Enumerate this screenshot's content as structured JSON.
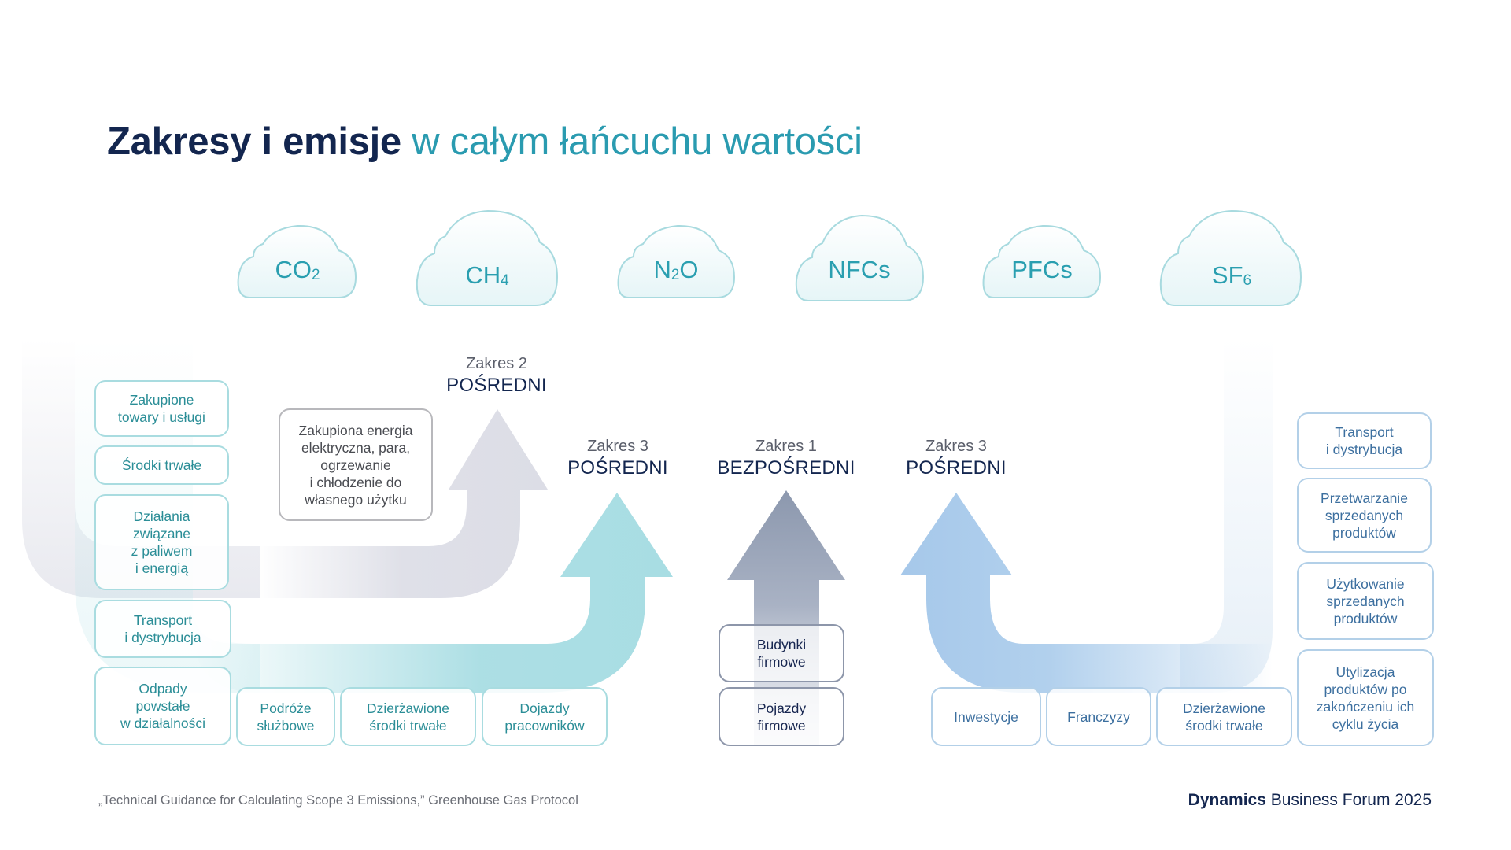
{
  "title": {
    "bold": "Zakresy i emisje",
    "light": "w całym łańcuchu wartości"
  },
  "gases": [
    {
      "base": "CO",
      "sub": "2"
    },
    {
      "base": "CH",
      "sub": "4"
    },
    {
      "base": "N",
      "sub": "2",
      "tail": "O"
    },
    {
      "base": "NFCs",
      "sub": ""
    },
    {
      "base": "PFCs",
      "sub": ""
    },
    {
      "base": "SF",
      "sub": "6"
    }
  ],
  "scopes": {
    "scope2": {
      "num": "Zakres 2",
      "kind": "POŚREDNI"
    },
    "scope3_upstream": {
      "num": "Zakres 3",
      "kind": "POŚREDNI"
    },
    "scope1": {
      "num": "Zakres 1",
      "kind": "BEZPOŚREDNI"
    },
    "scope3_downstream": {
      "num": "Zakres 3",
      "kind": "POŚREDNI"
    }
  },
  "upstream_boxes": [
    "Zakupione\ntowary i usługi",
    "Środki trwałe",
    "Działania\nzwiązane\nz paliwem\ni energią",
    "Transport\ni dystrybucja",
    "Odpady\npowstałe\nw działalności"
  ],
  "upstream_bottom_boxes": [
    "Podróże\nsłużbowe",
    "Dzierżawione\nśrodki trwałe",
    "Dojazdy\npracowników"
  ],
  "scope2_box": "Zakupiona energia\nelektryczna, para,\nogrzewanie\ni chłodzenie do\nwłasnego użytku",
  "scope1_boxes": [
    "Budynki\nfirmowe",
    "Pojazdy\nfirmowe"
  ],
  "downstream_bottom_boxes": [
    "Inwestycje",
    "Franczyzy",
    "Dzierżawione\nśrodki trwałe"
  ],
  "downstream_boxes": [
    "Transport\ni dystrybucja",
    "Przetwarzanie\nsprzedanych\nproduktów",
    "Użytkowanie\nsprzedanych\nproduktów",
    "Utylizacja\nproduktów po\nzakończeniu ich\ncyklu życia"
  ],
  "footer": {
    "citation": "„Technical Guidance for Calculating Scope 3 Emissions,” Greenhouse Gas Protocol",
    "brand_bold": "Dynamics",
    "brand_rest": " Business Forum 2025"
  },
  "colors": {
    "navy": "#13264f",
    "teal": "#2a9bb0",
    "scope2_arrow": "#dfe0e8",
    "scope3_upstream_arrow": "#a8dde3",
    "scope1_arrow": "#8e9ab0",
    "scope3_downstream_arrow": "#a9cbeb"
  }
}
